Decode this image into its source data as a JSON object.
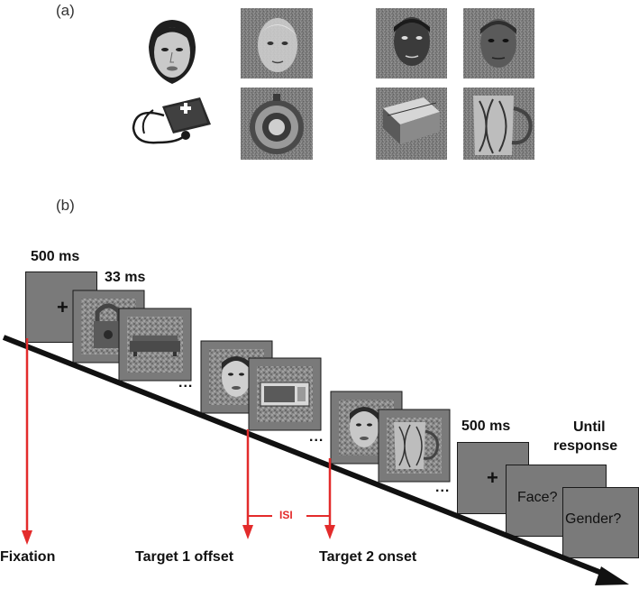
{
  "panel_a": {
    "label": "(a)"
  },
  "panel_b": {
    "label": "(b)",
    "durations": {
      "first_fixation": "500 ms",
      "stimulus": "33 ms",
      "second_fixation": "500 ms"
    },
    "until_response": [
      "Until",
      "response"
    ],
    "fixation_symbol": "+",
    "question_face": "Face?",
    "question_gender": "Gender?",
    "ellipsis": "...",
    "isi": "ISI",
    "markers": {
      "fixation": "Fixation",
      "target1": "Target 1 offset",
      "target2": "Target 2 onset"
    }
  },
  "colors": {
    "frame_gray": "#7a7a7a",
    "marker_red": "#e32b2b",
    "timeline": "#111111"
  }
}
